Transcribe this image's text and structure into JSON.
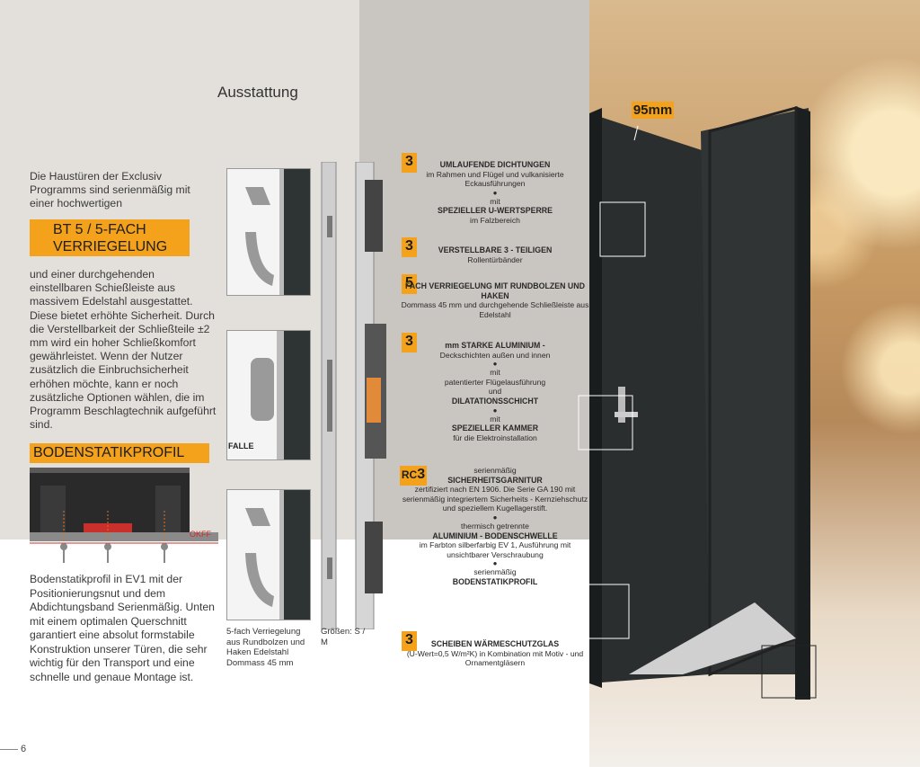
{
  "title": "Ausstattung",
  "intro": "Die Haustüren der Exclusiv Programms sind serienmäßig mit einer hochwertigen",
  "badge_bt": "BT 5 / 5-FACH VERRIEGELUNG",
  "paragraph": "und einer durchgehenden einstellbaren Schießleiste aus massivem Edelstahl ausgestattet. Diese bietet erhöhte Sicherheit. Durch die Verstellbarkeit der Schließteile ±2 mm wird ein hoher Schließkomfort gewährleistet. Wenn der Nutzer zusätzlich die Einbruchsicherheit erhöhen möchte, kann er noch zusätzliche Optionen wählen, die im Programm Beschlagtechnik aufgeführt sind.",
  "badge_boden": "BODENSTATIKPROFIL",
  "okff": "OKFF",
  "profile_text": "Bodenstatikprofil in EV1 mit der Positionierungsnut und dem Abdichtungsband Serienmäßig. Unten mit einem optimalen Querschnitt garantiert eine absolut formstabile Konstruktion unserer Türen, die sehr wichtig für den Transport und eine schnelle und genaue Montage ist.",
  "falle": "FALLE",
  "caption_lock": "5-fach Verriegelung aus Rundbolzen und Haken Edelstahl Dommass 45 mm",
  "caption_sizes": "Größen: S / M",
  "dimension": "95mm",
  "page_number": "6",
  "features": {
    "f1_num": "3",
    "f1_title": "UMLAUFENDE DICHTUNGEN",
    "f1_text": "im Rahmen und Flügel und vulkanisierte Eckausführungen",
    "f1b_pre": "mit",
    "f1b_title": "SPEZIELLER U-WERTSPERRE",
    "f1b_text": "im Falzbereich",
    "f2_num": "3",
    "f2_title": "VERSTELLBARE  3 - TEILIGEN",
    "f2_text": "Rollentürbänder",
    "f3_num": "5",
    "f3_title": "FACH VERRIEGELUNG MIT RUNDBOLZEN UND HAKEN",
    "f3_text": "Dommass 45 mm und durchgehende Schließleiste aus Edelstahl",
    "f4_num": "3",
    "f4_title": "mm STARKE ALUMINIUM -",
    "f4_text": "Deckschichten außen und innen",
    "f4b_pre": "mit",
    "f4b_text": "patentierter Flügelausführung",
    "f4b_and": "und",
    "f4b_title": "DILATATIONSSCHICHT",
    "f4c_pre": "mit",
    "f4c_title": "SPEZIELLER KAMMER",
    "f4c_text": "für die Elektroinstallation",
    "f5_rc": "RC",
    "f5_num": "3",
    "f5_pre": "serienmäßig",
    "f5_title": "SICHERHEITSGARNITUR",
    "f5_text": "zertifiziert nach EN 1906. Die Serie GA 190 mit serienmäßig integriertem Sicherheits - Kernziehschutz und speziellem Kugellagerstift.",
    "f6_pre": "thermisch getrennte",
    "f6_title": "ALUMINIUM - BODENSCHWELLE",
    "f6_text": "im Farbton silberfarbig EV 1, Ausführung mit unsichtbarer Verschraubung",
    "f7_pre": "serienmäßig",
    "f7_title": "BODENSTATIKPROFIL",
    "f8_num": "3",
    "f8_title": "SCHEIBEN WÄRMESCHUTZGLAS",
    "f8_text": "(U-Wert=0,5 W/m²K) in Kombination mit Motiv - und Ornamentgläsern"
  },
  "colors": {
    "accent": "#f4a11b",
    "door": "#2e3333"
  },
  "icons": [
    "door-image",
    "lock-image",
    "profile-image"
  ]
}
